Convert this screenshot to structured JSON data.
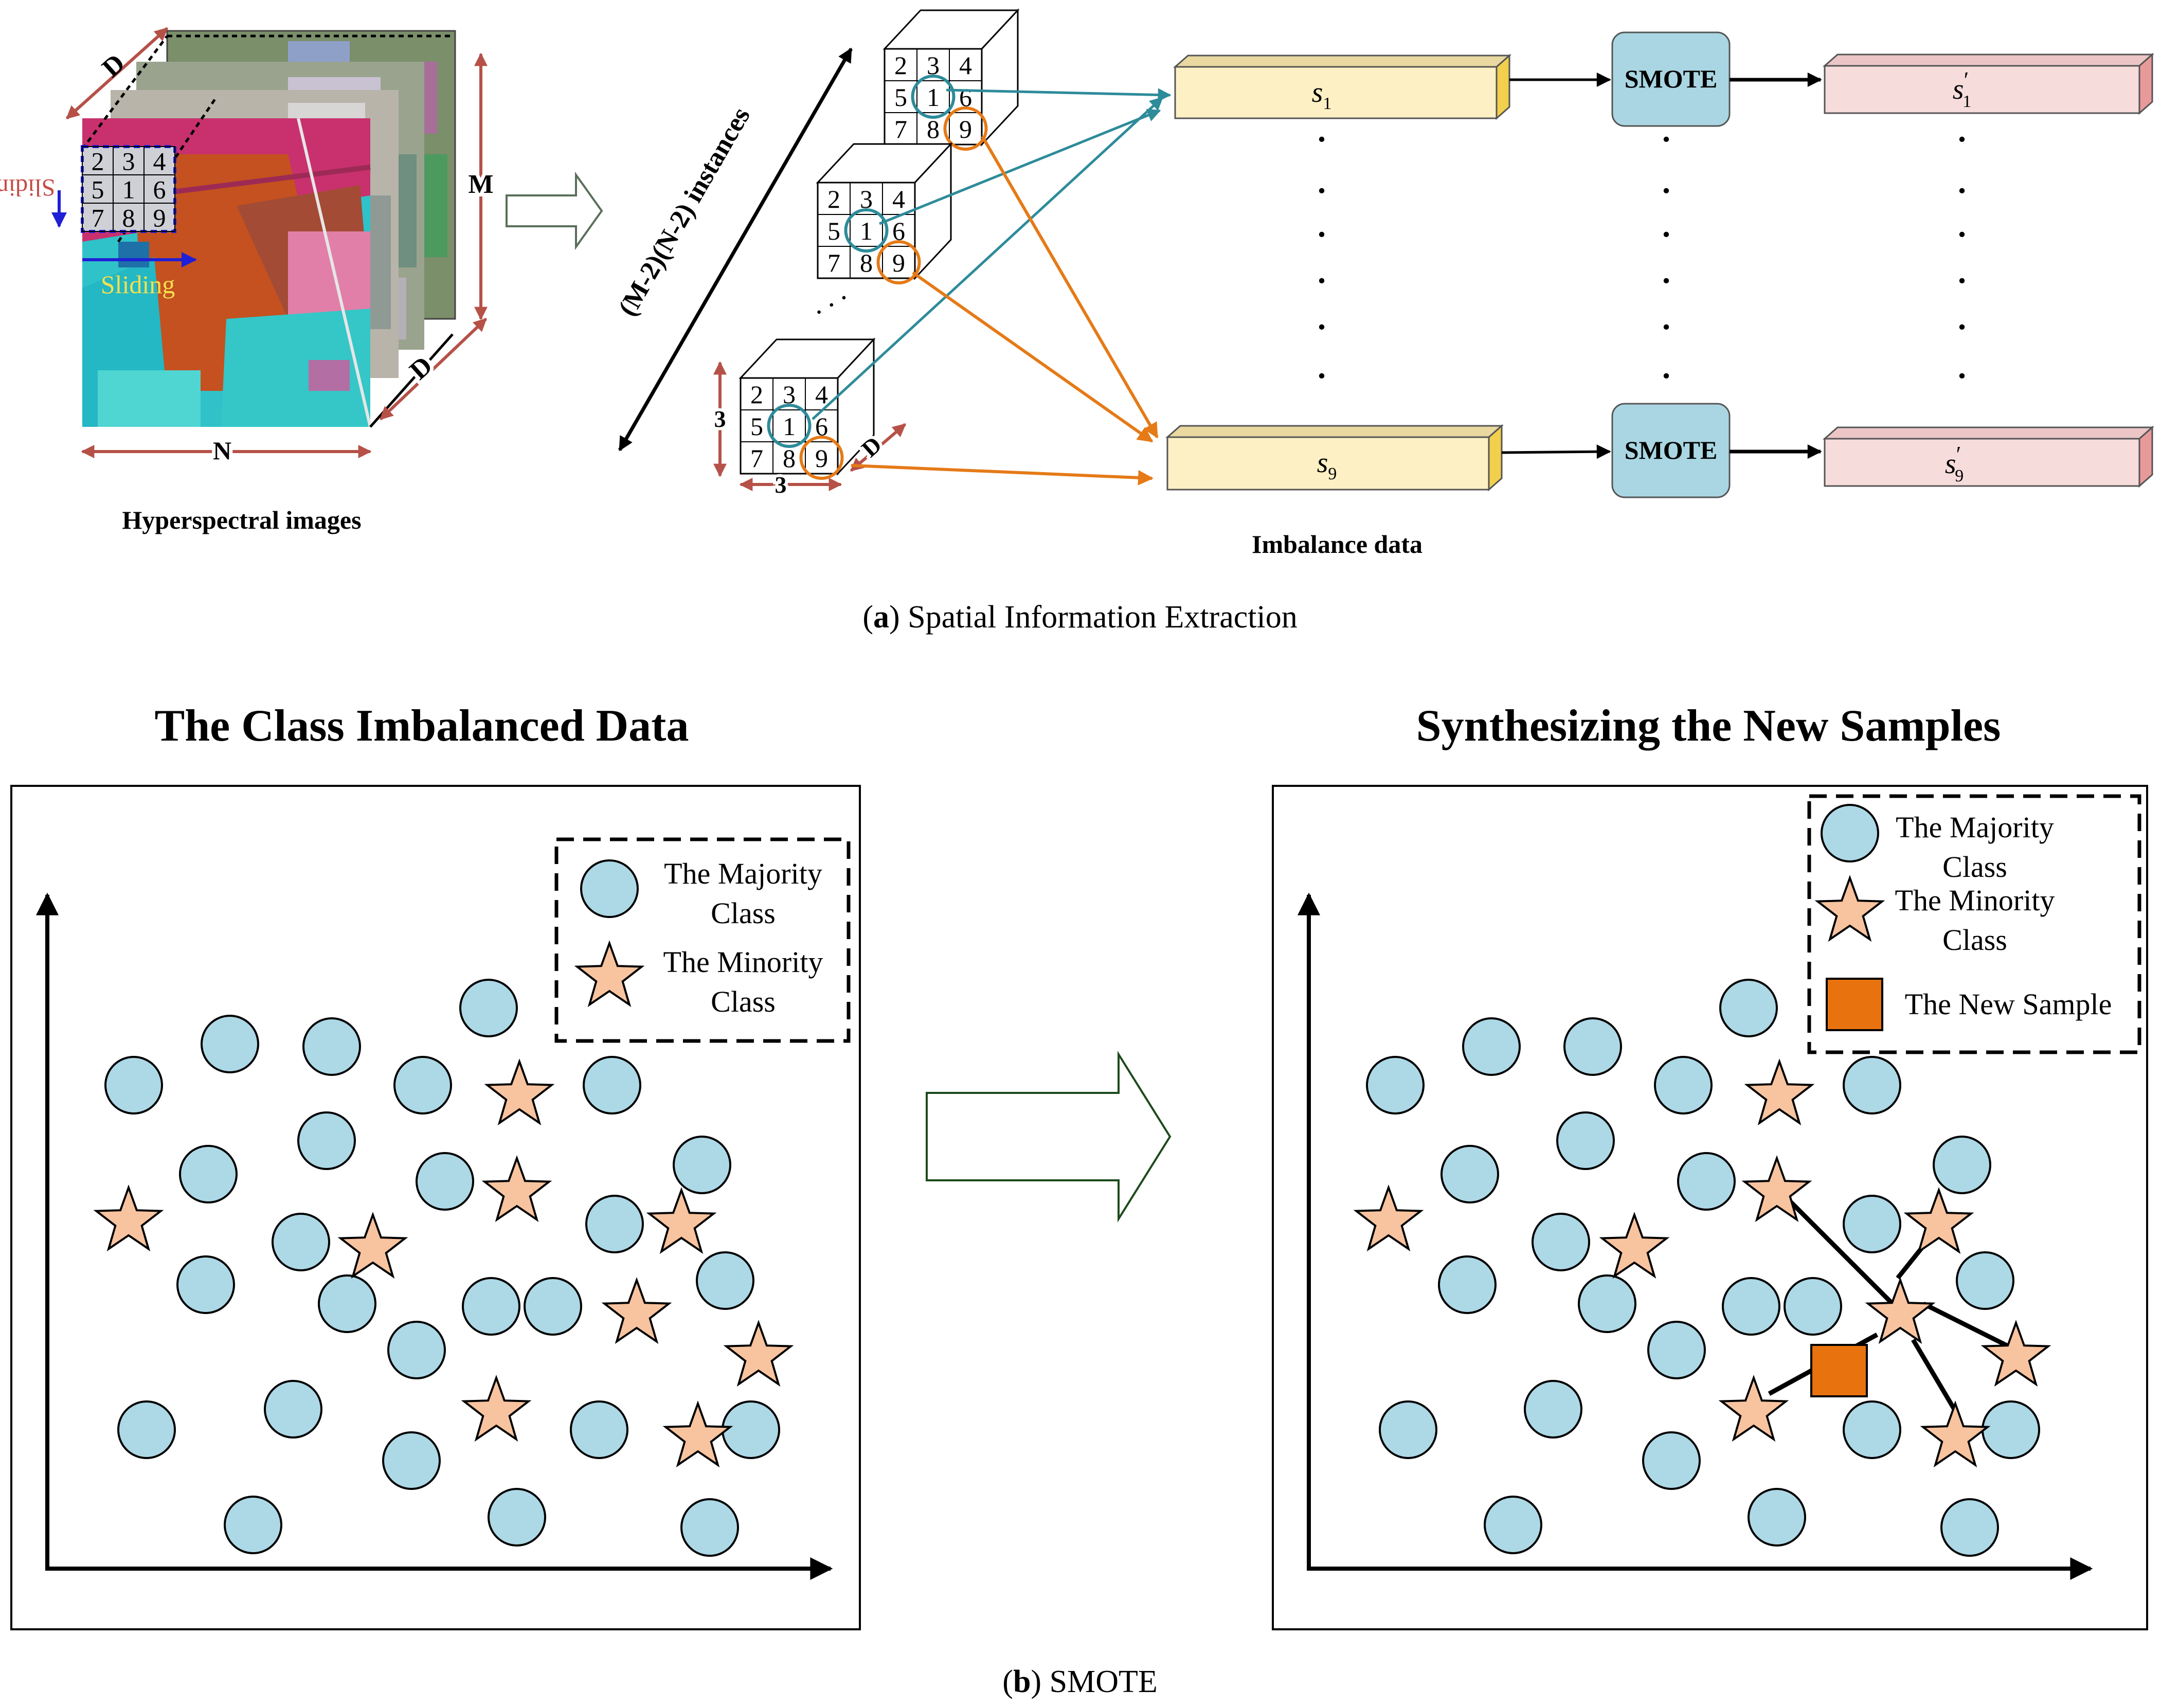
{
  "colors": {
    "majority": "#add8e6",
    "minority": "#f8c39f",
    "new_sample": "#e8730e",
    "teal_line": "#2e8b9a",
    "orange_line": "#e57a17",
    "smote_box": "#a9d6e2",
    "yellow_bar": "#fdf0c4",
    "pink_bar": "#f7dcdc",
    "dim_arrow": "#b65148"
  },
  "panel_a": {
    "hsi_grid": [
      "2",
      "3",
      "4",
      "5",
      "1",
      "6",
      "7",
      "8",
      "9"
    ],
    "label_d_top": "D",
    "label_m": "M",
    "label_d_right": "D",
    "label_n": "N",
    "label_sliding_h": "Sliding",
    "label_sliding_v": "Sliding",
    "caption_hsi": "Hyperspectral images",
    "instances_label": "(M-2)(N-2) instances",
    "dots": ". . .",
    "cube_dim_3_v": "3",
    "cube_dim_3_h": "3",
    "cube_dim_d": "D",
    "s1": "s",
    "s1_sub": "1",
    "s9": "s",
    "s9_sub": "9",
    "smote_1": "SMOTE",
    "smote_2": "SMOTE",
    "out1": "s",
    "out1_sub": "1",
    "out1_prime": "′",
    "out9": "s",
    "out9_sub": "9",
    "out9_prime": "′",
    "vdot": ".",
    "caption_imbalance": "Imbalance data",
    "caption_letter": "a",
    "caption_text": "Spatial Information Extraction"
  },
  "panel_b": {
    "left_title": "The Class Imbalanced Data",
    "right_title": "Synthesizing the New Samples",
    "legend_left": {
      "majority_l1": "The Majority",
      "majority_l2": "Class",
      "minority_l1": "The Minority",
      "minority_l2": "Class"
    },
    "legend_right": {
      "majority_l1": "The Majority",
      "majority_l2": "Class",
      "minority_l1": "The Minority",
      "minority_l2": "Class",
      "new_sample": "The New Sample"
    },
    "caption_letter": "b",
    "caption_text": "SMOTE"
  }
}
